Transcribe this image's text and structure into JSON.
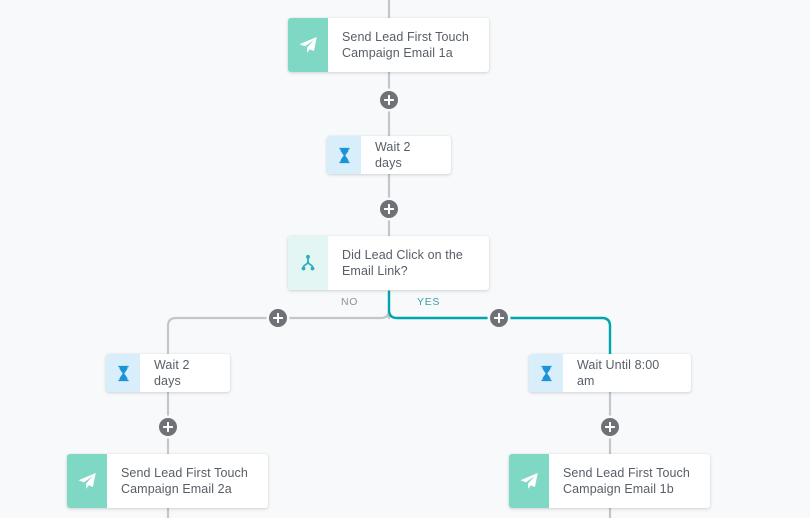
{
  "canvas": {
    "background_color": "#f7f9fa",
    "wire_color": "#c3c7cb",
    "wire_color_yes": "#00a5ad",
    "plus_color": "#6e7175"
  },
  "palette": {
    "send_tile": "#7fd8c4",
    "wait_tile": "#d9eefb",
    "wait_icon": "#1a93d8",
    "branch_tile": "#e4f6f4",
    "branch_icon": "#2cb0b8",
    "node_text": "#575e66",
    "yes_label": "#3f9fa8",
    "no_label": "#8d9399"
  },
  "nodes": [
    {
      "id": "email-1a",
      "type": "send",
      "icon": "paper-plane-icon",
      "label": "Send Lead First Touch\nCampaign Email 1a"
    },
    {
      "id": "wait-top",
      "type": "wait",
      "icon": "hourglass-icon",
      "label": "Wait 2 days"
    },
    {
      "id": "decision",
      "type": "branch",
      "icon": "branch-icon",
      "label": "Did Lead Click on the\nEmail Link?"
    },
    {
      "id": "wait-no",
      "type": "wait",
      "icon": "hourglass-icon",
      "label": "Wait 2 days"
    },
    {
      "id": "wait-yes",
      "type": "wait",
      "icon": "hourglass-icon",
      "label": "Wait Until 8:00 am"
    },
    {
      "id": "email-2a",
      "type": "send",
      "icon": "paper-plane-icon",
      "label": "Send Lead First Touch\nCampaign Email 2a"
    },
    {
      "id": "email-1b",
      "type": "send",
      "icon": "paper-plane-icon",
      "label": "Send Lead First Touch\nCampaign Email 1b"
    }
  ],
  "branches": {
    "no_label": "NO",
    "yes_label": "YES"
  },
  "add_buttons": [
    {
      "id": "add-after-email-1a",
      "icon": "plus-icon"
    },
    {
      "id": "add-after-wait-top",
      "icon": "plus-icon"
    },
    {
      "id": "add-on-no-branch",
      "icon": "plus-icon"
    },
    {
      "id": "add-on-yes-branch",
      "icon": "plus-icon"
    },
    {
      "id": "add-after-wait-no",
      "icon": "plus-icon"
    },
    {
      "id": "add-after-wait-yes",
      "icon": "plus-icon"
    }
  ]
}
